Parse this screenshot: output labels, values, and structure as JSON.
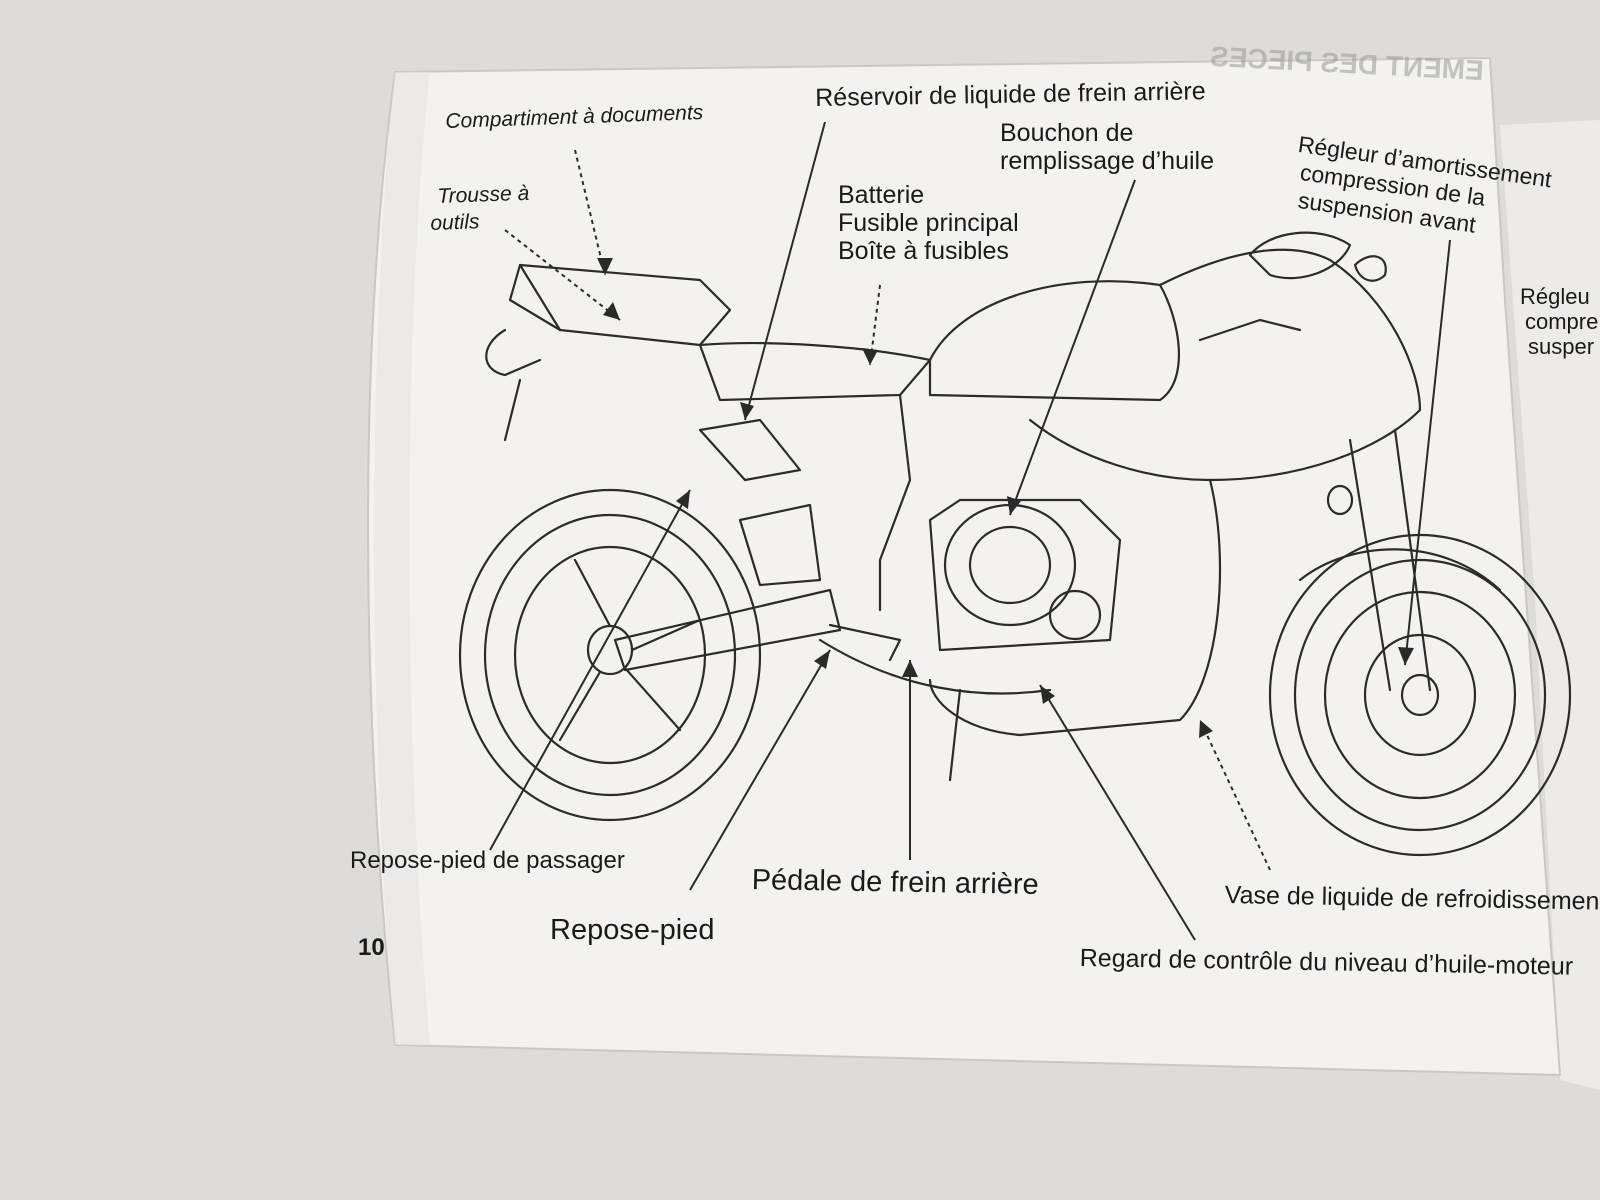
{
  "page_number": "10",
  "header_fragment": "EMENT DES PIECES",
  "labels": {
    "document_compartment": "Compartiment à documents",
    "toolkit_line1": "Trousse à",
    "toolkit_line2": "outils",
    "rear_brake_fluid_reservoir": "Réservoir de liquide de frein arrière",
    "oil_filler_cap_line1": "Bouchon de",
    "oil_filler_cap_line2": "remplissage d’huile",
    "front_comp_damping_line1": "Régleur d’amortissement",
    "front_comp_damping_line2": "compression de la",
    "front_comp_damping_line3": "suspension avant",
    "battery": "Batterie",
    "main_fuse": "Fusible principal",
    "fuse_box": "Boîte à fusibles",
    "passenger_footpeg": "Repose-pied de passager",
    "rear_brake_pedal": "Pédale de frein arrière",
    "coolant_reservoir": "Vase de liquide de refroidissement",
    "footpeg": "Repose-pied",
    "oil_level_window": "Regard de contrôle du niveau d’huile-moteur"
  },
  "next_page_fragment": {
    "line1": "Régleu",
    "line2": "compre",
    "line3": "susper"
  }
}
